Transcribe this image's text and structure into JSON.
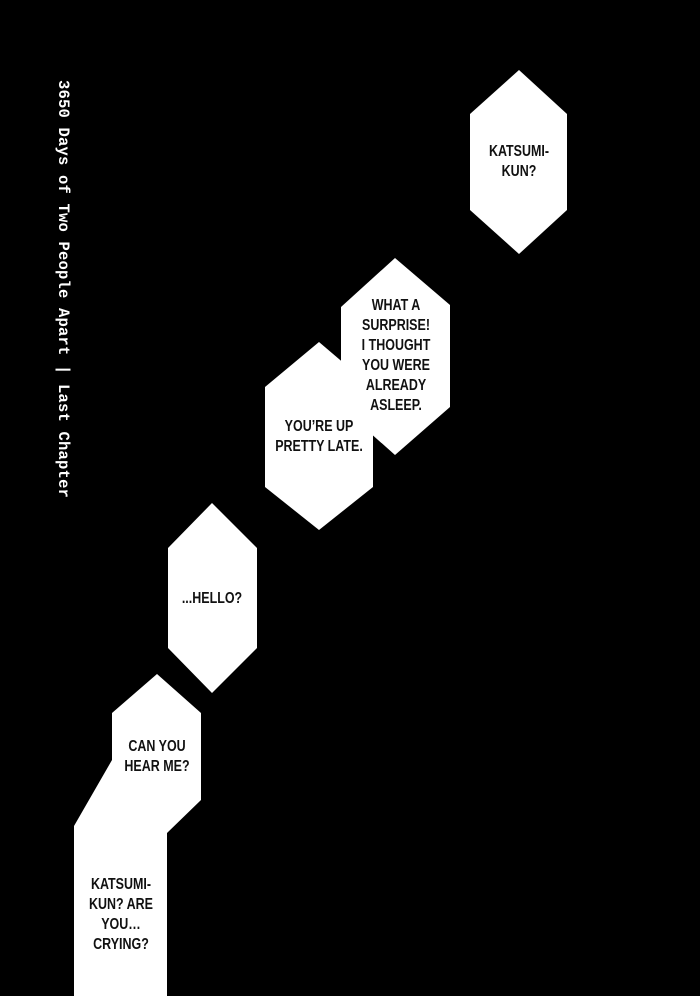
{
  "title": "3650 Days of Two People Apart | Last Chapter",
  "bubbles": [
    {
      "id": "katsumi-kun",
      "text": "KATSUMI-\nKUN?"
    },
    {
      "id": "what-a-surprise",
      "text": "WHAT A\nSURPRISE!\nI THOUGHT\nYOU WERE\nALREADY\nASLEEP."
    },
    {
      "id": "up-late",
      "text": "YOU’RE UP\nPRETTY LATE."
    },
    {
      "id": "hello",
      "text": "...HELLO?"
    },
    {
      "id": "can-you-hear",
      "text": "CAN YOU\nHEAR ME?"
    },
    {
      "id": "crying",
      "text": "KATSUMI-\nKUN? ARE\nYOU…\nCRYING?"
    }
  ],
  "colors": {
    "background": "#000000",
    "bubble": "#ffffff",
    "text": "#111111"
  }
}
